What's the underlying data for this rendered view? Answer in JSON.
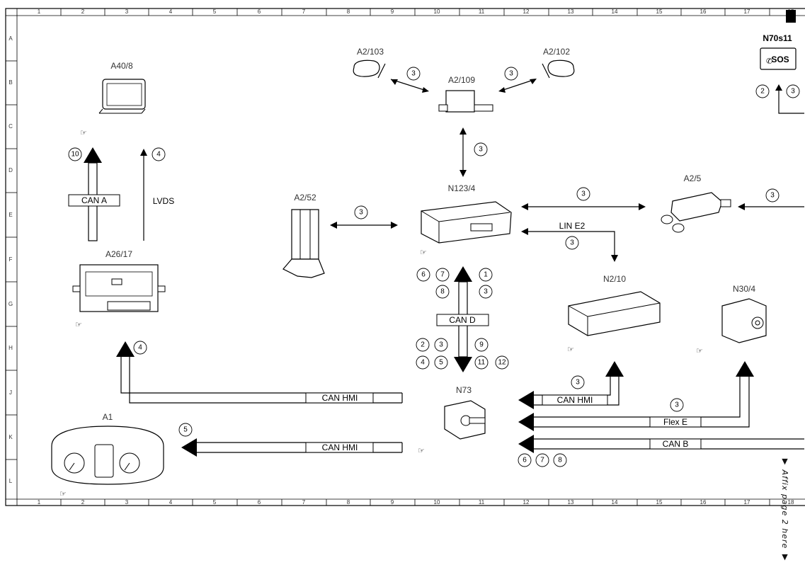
{
  "grid": {
    "columns": [
      "1",
      "2",
      "3",
      "4",
      "5",
      "6",
      "7",
      "8",
      "9",
      "10",
      "11",
      "12",
      "13",
      "14",
      "15",
      "16",
      "17",
      "18"
    ],
    "rows": [
      "A",
      "B",
      "C",
      "D",
      "E",
      "F",
      "G",
      "H",
      "J",
      "K",
      "L"
    ]
  },
  "components": {
    "a40_8": "A40/8",
    "a2_103": "A2/103",
    "a2_102": "A2/102",
    "a2_109": "A2/109",
    "n70s11": "N70s11",
    "sos_label": "SOS",
    "a2_52": "A2/52",
    "n123_4": "N123/4",
    "a2_5": "A2/5",
    "a26_17": "A26/17",
    "n2_10": "N2/10",
    "n30_4": "N30/4",
    "n73": "N73",
    "a1": "A1"
  },
  "buses": {
    "can_a": "CAN A",
    "lvds": "LVDS",
    "can_d": "CAN D",
    "lin_e2": "LIN E2",
    "can_hmi": "CAN HMI",
    "flex_e": "Flex E",
    "can_b": "CAN B"
  },
  "callouts": {
    "n2": "2",
    "n3": "3",
    "n4": "4",
    "n5": "5",
    "n6": "6",
    "n7": "7",
    "n8": "8",
    "n9": "9",
    "n10": "10",
    "n11": "11",
    "n12": "12",
    "n1": "1"
  },
  "side_note": "▼ Affix page 2 here ▼",
  "reference_icon": "pointing-hand-icon"
}
